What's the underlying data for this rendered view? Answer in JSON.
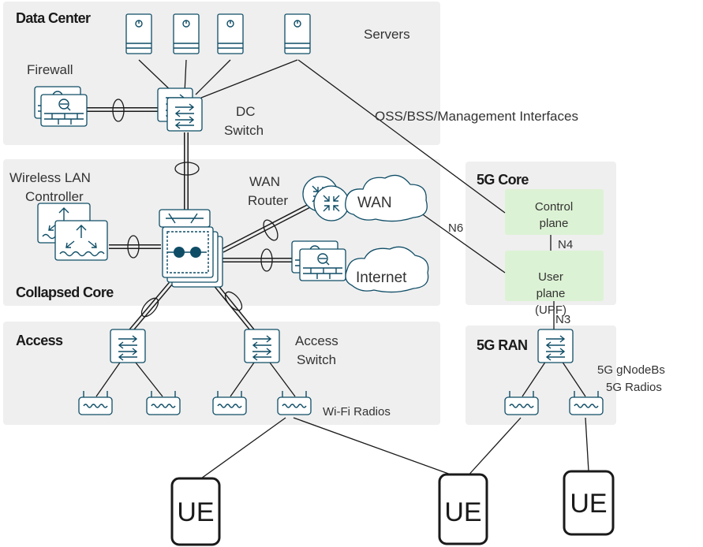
{
  "zones": {
    "data_center": "Data Center",
    "collapsed_core": "Collapsed Core",
    "access": "Access",
    "core_5g": "5G Core",
    "ran_5g": "5G RAN"
  },
  "labels": {
    "servers": "Servers",
    "firewall": "Firewall",
    "dc_switch_1": "DC",
    "dc_switch_2": "Switch",
    "oss": "OSS/BSS/Management Interfaces",
    "wlc_1": "Wireless LAN",
    "wlc_2": "Controller",
    "wan_router_1": "WAN",
    "wan_router_2": "Router",
    "wan_cloud": "WAN",
    "internet_cloud": "Internet",
    "access_switch_1": "Access",
    "access_switch_2": "Switch",
    "wifi_radios": "Wi-Fi Radios",
    "gnodeb_1": "5G gNodeBs",
    "gnodeb_2": "5G Radios"
  },
  "core_5g_boxes": {
    "control_1": "Control",
    "control_2": "plane",
    "user_1": "User",
    "user_2": "plane",
    "user_3": "(UPF)"
  },
  "interfaces": {
    "n6": "N6",
    "n4": "N4",
    "n3": "N3"
  },
  "ue_devices": [
    "UE",
    "UE",
    "UE"
  ],
  "colors": {
    "zone_background": "#efefef",
    "core_function_box": "#dcf2d4",
    "device_icon": "#0f4d66",
    "link": "#1a1a1a"
  },
  "icons": [
    "server-icon",
    "firewall-icon",
    "switch-icon",
    "router-icon",
    "wlc-icon",
    "core-switch-icon",
    "access-point-icon",
    "cloud-icon"
  ]
}
